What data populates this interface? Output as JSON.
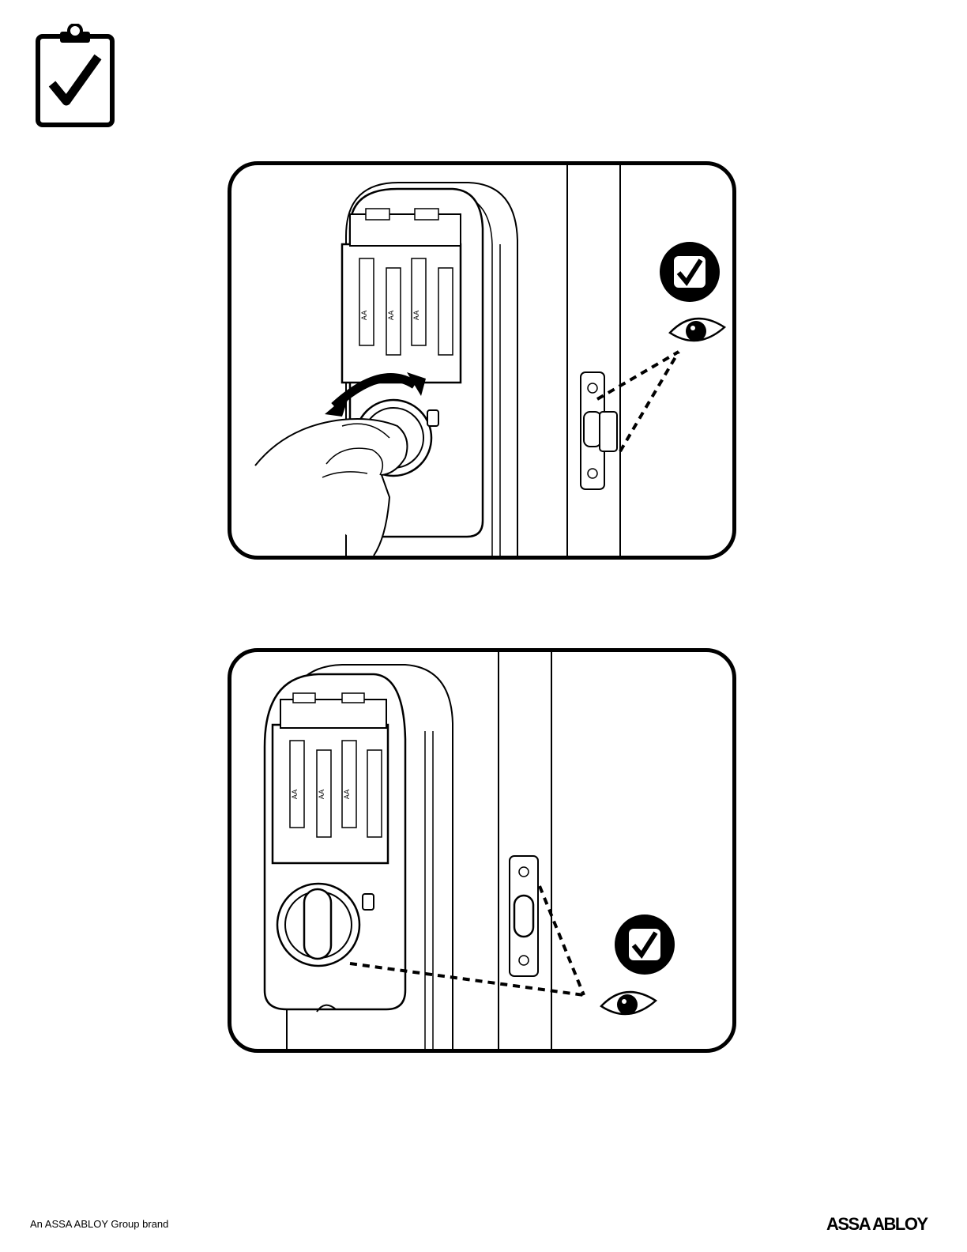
{
  "illustration": {
    "battery_label": "AA"
  },
  "footer": {
    "brand_line": "An ASSA ABLOY Group brand",
    "logo_text": "ASSA ABLOY"
  },
  "icons": {
    "header": "clipboard-check-icon",
    "confirm": "check-badge-icon",
    "inspect": "eye-icon",
    "rotate": "rotate-arrow-icon"
  }
}
